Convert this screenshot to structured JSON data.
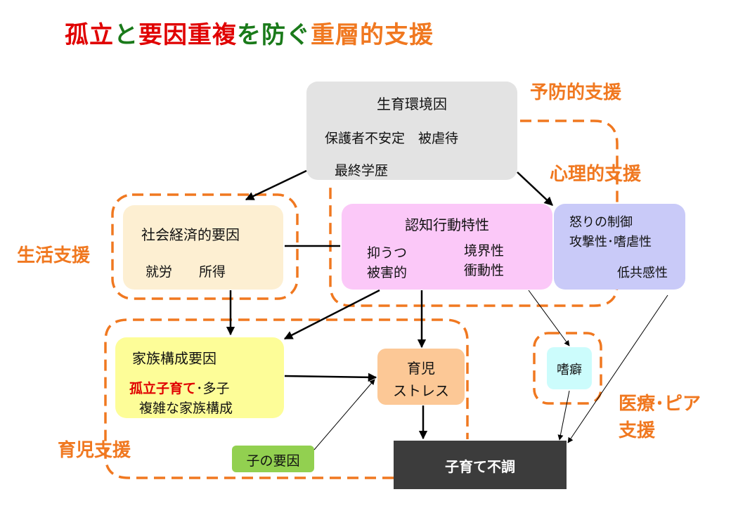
{
  "title": {
    "parts": [
      {
        "text": "孤立",
        "color": "#e00000"
      },
      {
        "text": "と",
        "color": "#1a7a1a"
      },
      {
        "text": "要因重複",
        "color": "#e00000"
      },
      {
        "text": "を防ぐ",
        "color": "#1a7a1a"
      },
      {
        "text": "重層的支援",
        "color": "#f07820"
      }
    ]
  },
  "support_labels": {
    "yobou": "予防的支援",
    "shinri": "心理的支援",
    "seikatsu": "生活支援",
    "ikuji": "育児支援",
    "iryo_line1": "医療･ピア",
    "iryo_line2": "支援"
  },
  "boxes": {
    "seiiku": {
      "title": "生育環境因",
      "line1": "保護者不安定　被虐待",
      "line2": "最終学歴"
    },
    "shakai": {
      "title": "社会経済的要因",
      "line1": "就労　　所得"
    },
    "ninchi": {
      "title": "認知行動特性",
      "left1": "抑うつ",
      "left2": "被害的",
      "right1": "境界性",
      "right2": "衝動性"
    },
    "ikari": {
      "line1": "怒りの制御",
      "line2": "攻撃性･嗜虐性",
      "line3": "低共感性"
    },
    "kazoku": {
      "title": "家族構成要因",
      "highlight": "孤立子育て",
      "line1_rest": "･多子",
      "line2": "複雑な家族構成"
    },
    "ikuji_stress": {
      "line1": "育児",
      "line2": "ストレス"
    },
    "shiheki": {
      "text": "嗜癖"
    },
    "ko_youin": {
      "text": "子の要因"
    },
    "kosodate_fuchou": {
      "text": "子育て不調"
    }
  },
  "colors": {
    "orange": "#f07820",
    "red": "#e00000",
    "green": "#1a7a1a",
    "gray_box": "#e3e3e3",
    "beige_box": "#fdefd2",
    "pink_box": "#fbc8f8",
    "lavender_box": "#c9caf8",
    "yellow_box": "#fdfd98",
    "peach_box": "#fcc896",
    "cyan_box": "#ccfcfc",
    "green_box": "#92d050",
    "dark_box": "#3c3c3c"
  }
}
